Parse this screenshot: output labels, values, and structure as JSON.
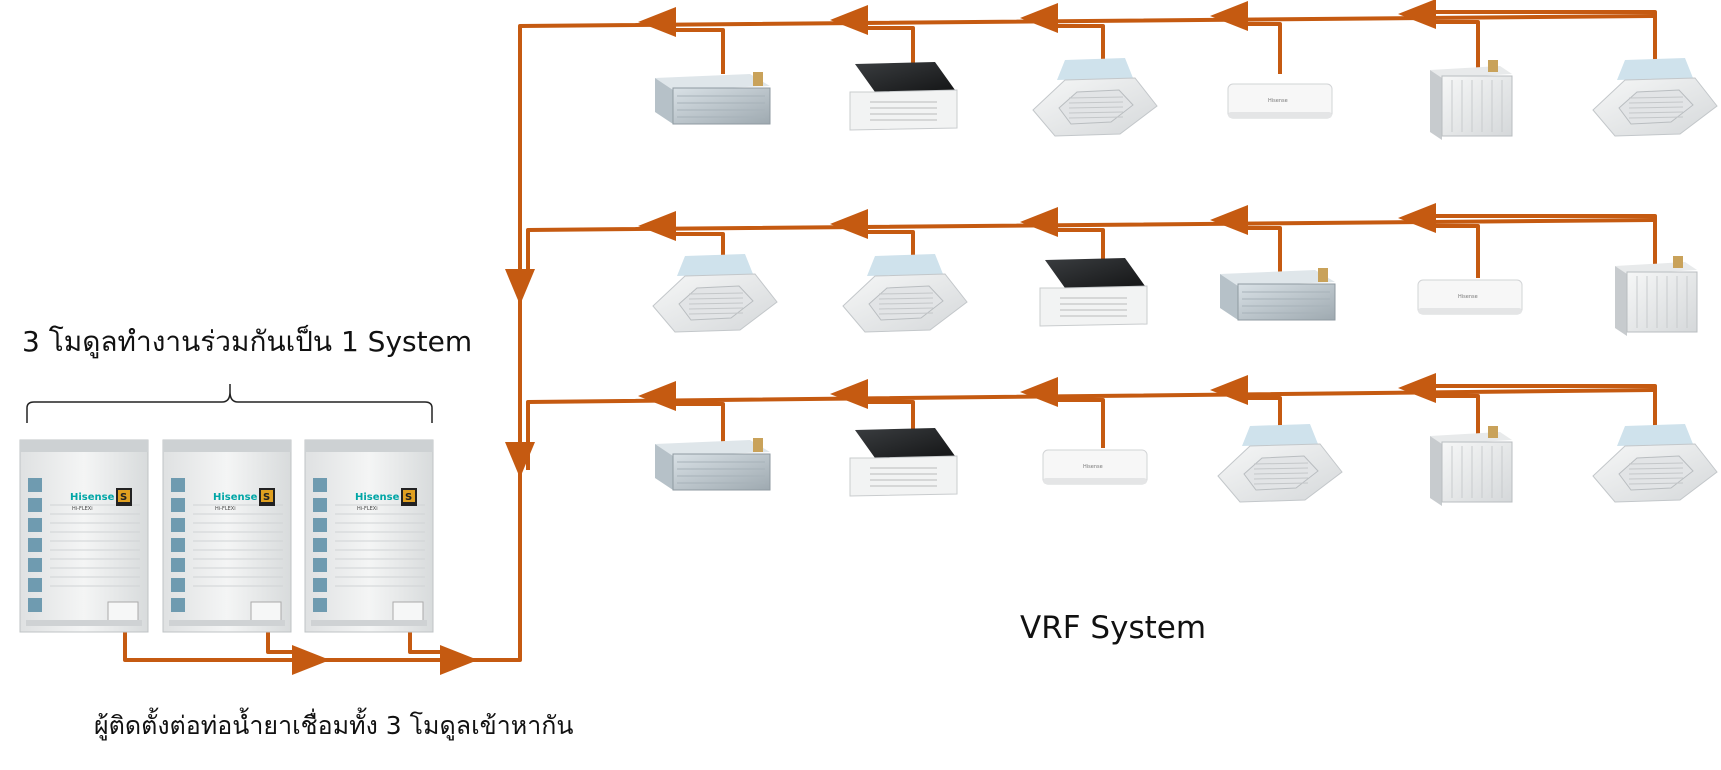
{
  "labels": {
    "modules_system": "3 โมดูลทำงานร่วมกันเป็น 1 System",
    "vrf_system": "VRF System",
    "installer_note": "ผู้ติดตั้งต่อท่อน้ำยาเชื่อมทั้ง 3 โมดูลเข้าหากัน"
  },
  "outdoor_units": {
    "brand": "Hisense",
    "series": "Hi-FLEXi",
    "badge": "S",
    "count": 3
  },
  "indoor_rows": [
    [
      "ducted",
      "cassette-black",
      "cassette",
      "wall",
      "floor-ceiling",
      "cassette"
    ],
    [
      "cassette",
      "cassette",
      "cassette-black",
      "ducted",
      "wall",
      "floor-ceiling"
    ],
    [
      "ducted",
      "cassette-black",
      "wall",
      "cassette",
      "floor-ceiling",
      "cassette"
    ]
  ],
  "wall_unit_brand": "Hisense",
  "colors": {
    "pipe": "#c55a11",
    "unit_body": "#e9eaea",
    "outdoor_grille": "#6f9bb0",
    "brand_teal": "#00a6a6"
  }
}
